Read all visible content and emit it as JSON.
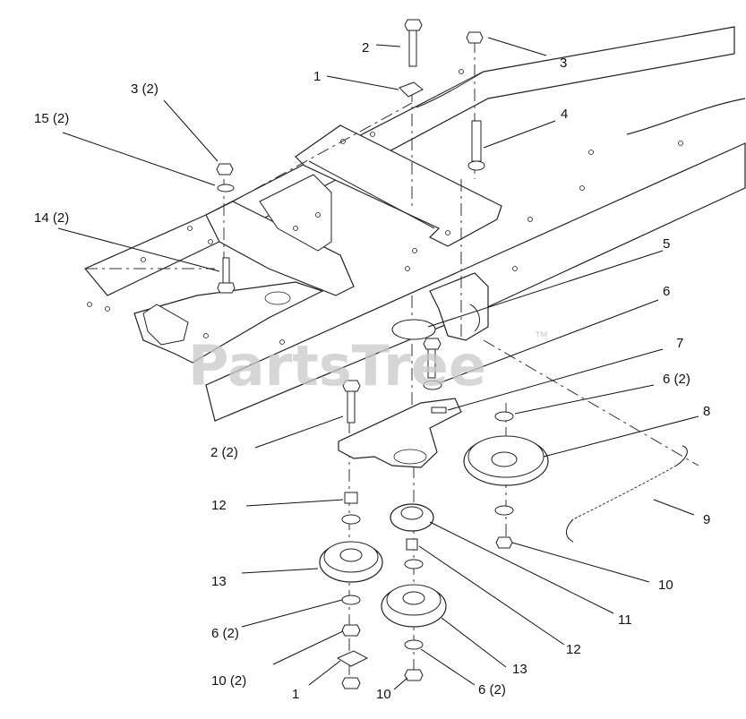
{
  "watermark": {
    "text": "PartsTree",
    "trademark": "TM"
  },
  "callouts": [
    {
      "label": "2"
    },
    {
      "label": "3"
    },
    {
      "label": "1"
    },
    {
      "label": "3 (2)"
    },
    {
      "label": "4"
    },
    {
      "label": "15 (2)"
    },
    {
      "label": "14 (2)"
    },
    {
      "label": "5"
    },
    {
      "label": "6"
    },
    {
      "label": "7"
    },
    {
      "label": "6 (2)"
    },
    {
      "label": "8"
    },
    {
      "label": "2 (2)"
    },
    {
      "label": "12"
    },
    {
      "label": "9"
    },
    {
      "label": "13"
    },
    {
      "label": "10"
    },
    {
      "label": "11"
    },
    {
      "label": "6 (2)"
    },
    {
      "label": "12"
    },
    {
      "label": "10 (2)"
    },
    {
      "label": "13"
    },
    {
      "label": "1"
    },
    {
      "label": "10"
    },
    {
      "label": "6 (2)"
    }
  ]
}
